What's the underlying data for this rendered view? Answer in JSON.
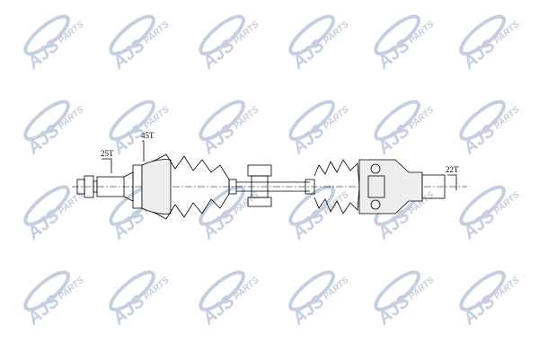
{
  "watermark": {
    "brand": "AJS",
    "suffix": "PARTS",
    "color": "#c4cfe0",
    "rows": 4,
    "cols": 6
  },
  "drawing": {
    "spline_outer_left": "25T",
    "abs_ring": "45T",
    "spline_inner_right": "22T"
  }
}
